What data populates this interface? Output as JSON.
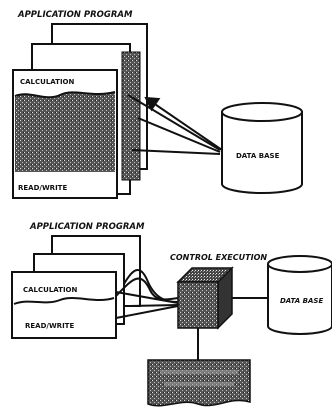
{
  "top": {
    "title": "APPLICATION PROGRAM",
    "calc_label": "CALCULATION",
    "rw_label": "READ/WRITE",
    "db_label": "DATA BASE"
  },
  "bottom": {
    "title": "APPLICATION PROGRAM",
    "control_label": "CONTROL EXECUTION",
    "calc_label": "CALCULATION",
    "rw_label": "READ/WRITE",
    "db_label": "DATA BASE"
  }
}
